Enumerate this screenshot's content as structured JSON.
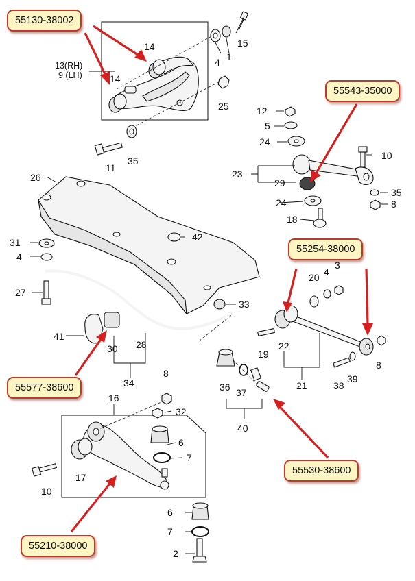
{
  "callouts": [
    {
      "id": "c1",
      "text": "55130-38002"
    },
    {
      "id": "c2",
      "text": "55543-35000"
    },
    {
      "id": "c3",
      "text": "55254-38000"
    },
    {
      "id": "c4",
      "text": "55577-38600"
    },
    {
      "id": "c5",
      "text": "55530-38600"
    },
    {
      "id": "c6",
      "text": "55210-38000"
    }
  ],
  "labels": {
    "n14a": "14",
    "n14b": "14",
    "n13": "13(RH)",
    "n9": "9 (LH)",
    "n4a": "4",
    "n1": "1",
    "n15": "15",
    "n25": "25",
    "n11": "11",
    "n35a": "35",
    "n12": "12",
    "n5": "5",
    "n24a": "24",
    "n10a": "10",
    "n23": "23",
    "n29": "29",
    "n35b": "35",
    "n24b": "24",
    "n8a": "8",
    "n18": "18",
    "n26": "26",
    "n31": "31",
    "n4b": "4",
    "n42": "42",
    "n27": "27",
    "n33": "33",
    "n20": "20",
    "n4c": "4",
    "n3": "3",
    "n41": "41",
    "n30": "30",
    "n28": "28",
    "n22": "22",
    "n19": "19",
    "n8b": "8",
    "n21": "21",
    "n38": "38",
    "n39": "39",
    "n34": "34",
    "n8c": "8",
    "n36": "36",
    "n37": "37",
    "n16": "16",
    "n32": "32",
    "n6a": "6",
    "n7a": "7",
    "n17": "17",
    "n40": "40",
    "n10b": "10",
    "n6b": "6",
    "n7b": "7",
    "n2": "2"
  }
}
